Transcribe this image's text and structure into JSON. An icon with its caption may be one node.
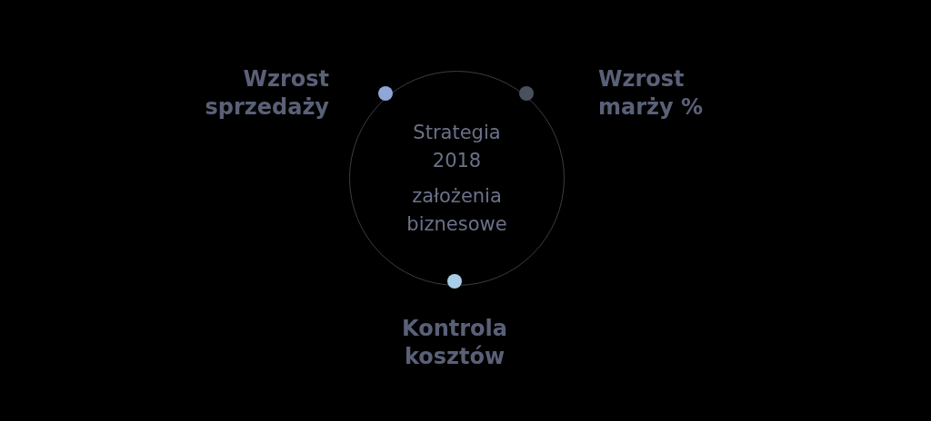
{
  "diagram": {
    "nodes": [
      {
        "text": [
          "Strategia 2018",
          "założenia biznesowe"
        ]
      }
    ],
    "edges": [],
    "labels": [
      "Wzrost sprzedaży",
      "Wzrost marży %",
      "Kontrola kosztów"
    ]
  }
}
